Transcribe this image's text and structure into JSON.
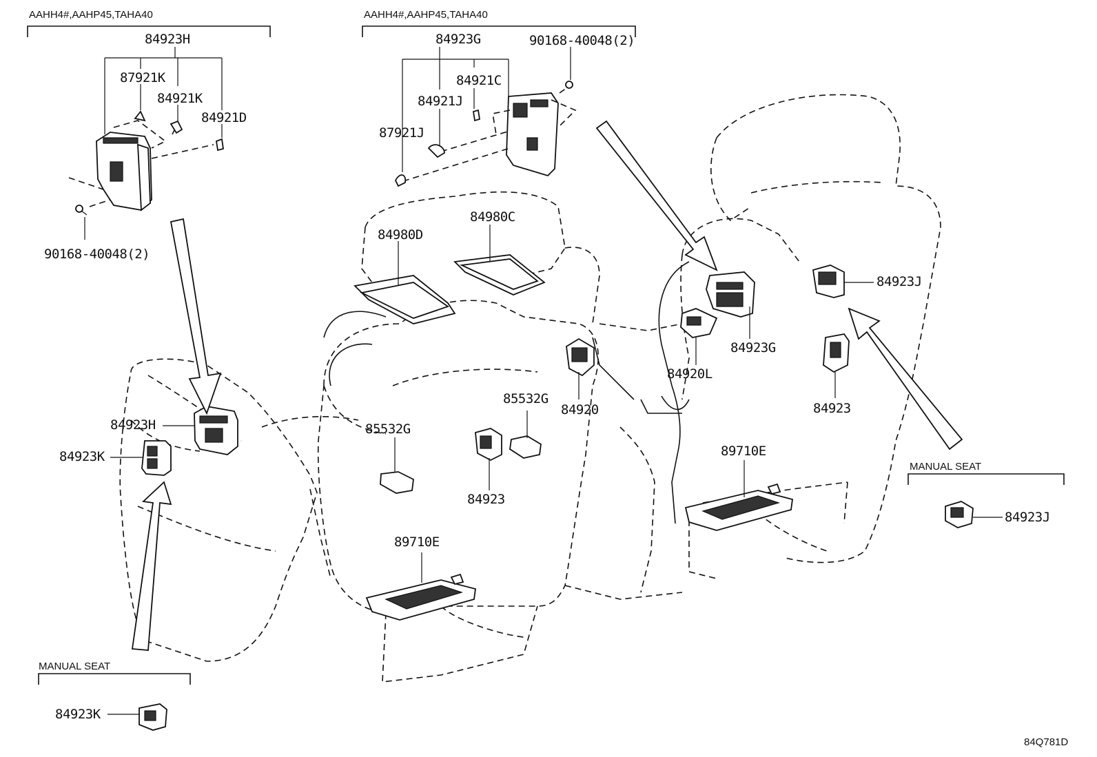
{
  "groups": {
    "left_top": "AAHH4#,AAHP45,TAHA40",
    "center_top": "AAHH4#,AAHP45,TAHA40",
    "manual_seat_left": "MANUAL SEAT",
    "manual_seat_right": "MANUAL SEAT"
  },
  "labels": {
    "p84923H_top": "84923H",
    "p87921K": "87921K",
    "p84921K": "84921K",
    "p84921D": "84921D",
    "p90168_left": "90168-40048(2)",
    "p84923G_top": "84923G",
    "p90168_center": "90168-40048(2)",
    "p84921C": "84921C",
    "p84921J": "84921J",
    "p87921J": "87921J",
    "p84980D": "84980D",
    "p84980C": "84980C",
    "p84923J_right": "84923J",
    "p84923G_right": "84923G",
    "p84920L": "84920L",
    "p84923_right": "84923",
    "p84920": "84920",
    "p85532G_a": "85532G",
    "p85532G_b": "85532G",
    "p84923_center": "84923",
    "p84923H_left": "84923H",
    "p84923K_left": "84923K",
    "p89710E_right": "89710E",
    "p89710E_center": "89710E",
    "p84923J_manual": "84923J",
    "p84923K_manual": "84923K"
  },
  "diagram_code": "84Q781D"
}
